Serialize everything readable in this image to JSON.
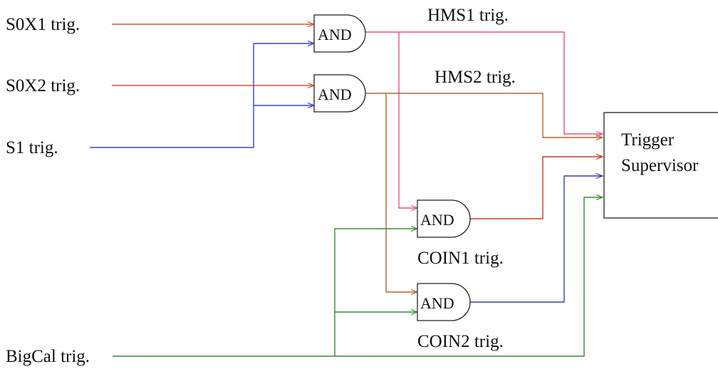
{
  "inputs": {
    "s0x1": "S0X1 trig.",
    "s0x2": "S0X2 trig.",
    "s1": "S1 trig.",
    "bigcal": "BigCal trig."
  },
  "gates": {
    "and1": "AND",
    "and2": "AND",
    "and3": "AND",
    "and4": "AND"
  },
  "outputs": {
    "hms1": "HMS1 trig.",
    "hms2": "HMS2 trig.",
    "coin1": "COIN1 trig.",
    "coin2": "COIN2 trig."
  },
  "supervisor": {
    "line1": "Trigger",
    "line2": "Supervisor"
  },
  "colors": {
    "s0x": "#e0502a",
    "s1": "#3344cc",
    "hms1": "#e8508a",
    "hms2": "#b5652a",
    "coin1": "#c43a2a",
    "coin2": "#3344aa",
    "bigcal": "#3a8a3a"
  }
}
